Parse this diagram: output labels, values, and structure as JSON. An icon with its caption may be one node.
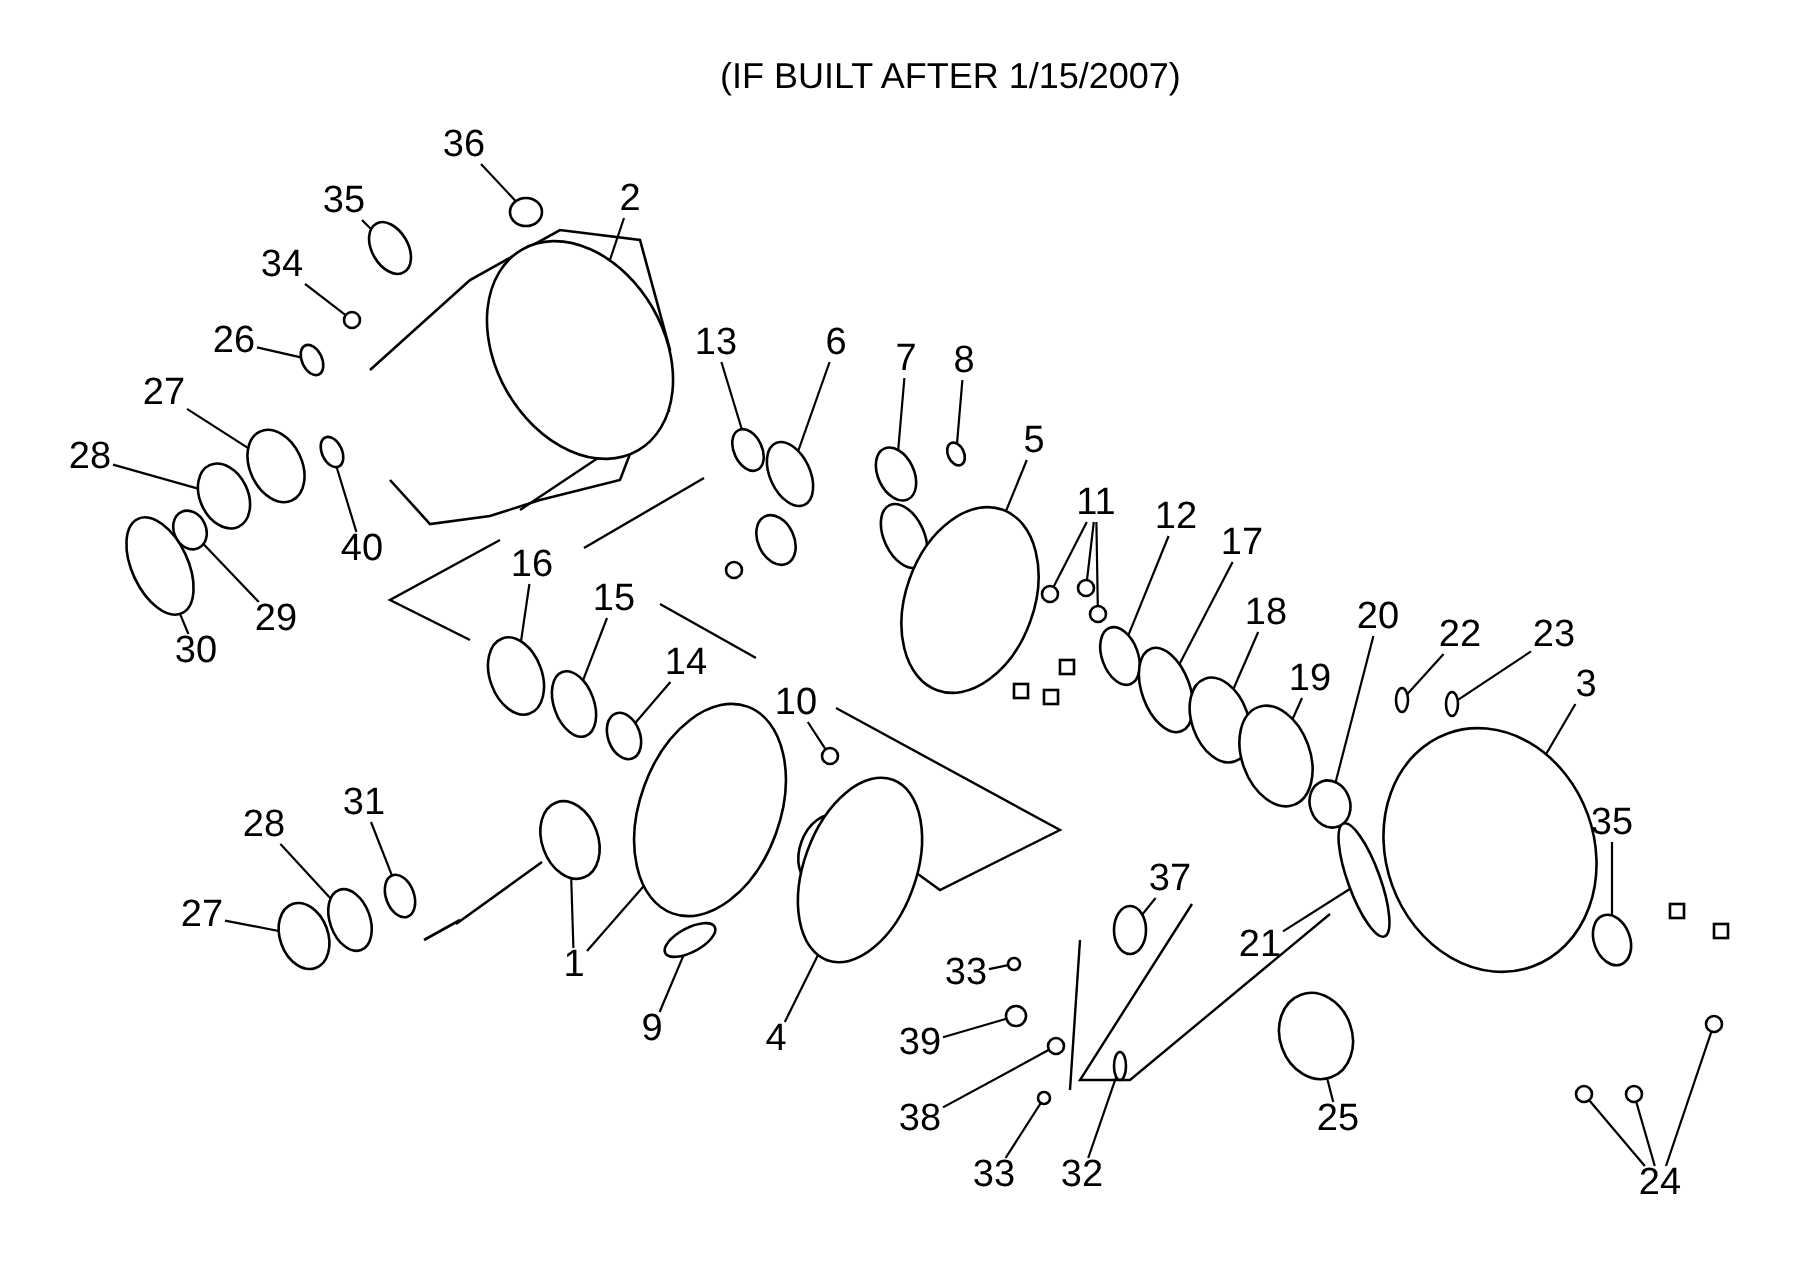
{
  "diagram": {
    "title": "(IF BUILT AFTER 1/15/2007)",
    "nodes": [
      {
        "text": [
          "36"
        ]
      },
      {
        "text": [
          "35"
        ]
      },
      {
        "text": [
          "2"
        ]
      },
      {
        "text": [
          "34"
        ]
      },
      {
        "text": [
          "26"
        ]
      },
      {
        "text": [
          "27"
        ]
      },
      {
        "text": [
          "28"
        ]
      },
      {
        "text": [
          "40"
        ]
      },
      {
        "text": [
          "29"
        ]
      },
      {
        "text": [
          "30"
        ]
      },
      {
        "text": [
          "13"
        ]
      },
      {
        "text": [
          "6"
        ]
      },
      {
        "text": [
          "7"
        ]
      },
      {
        "text": [
          "8"
        ]
      },
      {
        "text": [
          "5"
        ]
      },
      {
        "text": [
          "11"
        ]
      },
      {
        "text": [
          "12"
        ]
      },
      {
        "text": [
          "17"
        ]
      },
      {
        "text": [
          "18"
        ]
      },
      {
        "text": [
          "19"
        ]
      },
      {
        "text": [
          "20"
        ]
      },
      {
        "text": [
          "22"
        ]
      },
      {
        "text": [
          "23"
        ]
      },
      {
        "text": [
          "3"
        ]
      },
      {
        "text": [
          "35"
        ]
      },
      {
        "text": [
          "16"
        ]
      },
      {
        "text": [
          "15"
        ]
      },
      {
        "text": [
          "14"
        ]
      },
      {
        "text": [
          "10"
        ]
      },
      {
        "text": [
          "31"
        ]
      },
      {
        "text": [
          "28"
        ]
      },
      {
        "text": [
          "27"
        ]
      },
      {
        "text": [
          "1"
        ]
      },
      {
        "text": [
          "9"
        ]
      },
      {
        "text": [
          "4"
        ]
      },
      {
        "text": [
          "37"
        ]
      },
      {
        "text": [
          "33"
        ]
      },
      {
        "text": [
          "39"
        ]
      },
      {
        "text": [
          "21"
        ]
      },
      {
        "text": [
          "38"
        ]
      },
      {
        "text": [
          "33"
        ]
      },
      {
        "text": [
          "32"
        ]
      },
      {
        "text": [
          "25"
        ]
      },
      {
        "text": [
          "24"
        ]
      },
      {
        "text": [],
        "shape": "circle"
      },
      {
        "text": [],
        "shape": "circle"
      },
      {
        "text": [],
        "shape": "circle"
      },
      {
        "text": [],
        "shape": "circle"
      },
      {
        "text": [],
        "shape": "circle"
      },
      {
        "text": [],
        "shape": "circle"
      },
      {
        "text": [],
        "shape": "circle"
      },
      {
        "text": [],
        "shape": "circle"
      },
      {
        "text": [],
        "shape": "circle"
      },
      {
        "text": [],
        "shape": "circle"
      },
      {
        "text": [],
        "shape": "circle"
      },
      {
        "text": [],
        "shape": "circle"
      },
      {
        "text": [],
        "shape": "circle"
      },
      {
        "text": [],
        "shape": "circle"
      },
      {
        "text": [],
        "shape": "circle"
      },
      {
        "text": [],
        "shape": "circle"
      },
      {
        "text": [],
        "shape": "circle"
      },
      {
        "text": [],
        "shape": "circle"
      },
      {
        "text": [],
        "shape": "circle"
      },
      {
        "text": [],
        "shape": "circle"
      },
      {
        "text": [],
        "shape": "circle"
      },
      {
        "text": [],
        "shape": "circle"
      },
      {
        "text": [],
        "shape": "circle"
      },
      {
        "text": [],
        "shape": "circle"
      },
      {
        "text": [],
        "shape": "circle"
      },
      {
        "text": [],
        "shape": "circle"
      },
      {
        "text": [],
        "shape": "circle"
      },
      {
        "text": [],
        "shape": "circle"
      },
      {
        "text": [],
        "shape": "circle"
      },
      {
        "text": [],
        "shape": "circle"
      },
      {
        "text": [],
        "shape": "circle"
      },
      {
        "text": [],
        "shape": "circle"
      },
      {
        "text": [],
        "shape": "circle"
      },
      {
        "text": [],
        "shape": "circle"
      },
      {
        "text": [],
        "shape": "circle"
      },
      {
        "text": [],
        "shape": "circle"
      },
      {
        "text": [],
        "shape": "circle"
      },
      {
        "text": [],
        "shape": "circle"
      },
      {
        "text": [],
        "shape": "circle"
      },
      {
        "text": [],
        "shape": "circle"
      },
      {
        "text": [],
        "shape": "circle"
      },
      {
        "text": [],
        "shape": "circle"
      },
      {
        "text": [],
        "shape": "circle"
      },
      {
        "text": [],
        "shape": "circle"
      },
      {
        "text": [],
        "shape": "circle"
      },
      {
        "text": [],
        "shape": "circle"
      },
      {
        "text": [],
        "shape": "circle"
      },
      {
        "text": [],
        "shape": "circle"
      },
      {
        "text": [],
        "shape": "circle"
      }
    ],
    "edges": [
      {
        "from": 0,
        "to": 44,
        "arrow": "none"
      },
      {
        "from": 1,
        "to": 45,
        "arrow": "none"
      },
      {
        "from": 2,
        "to": 46,
        "arrow": "none"
      },
      {
        "from": 3,
        "to": 47,
        "arrow": "none"
      },
      {
        "from": 4,
        "to": 48,
        "arrow": "none"
      },
      {
        "from": 5,
        "to": 49,
        "arrow": "none"
      },
      {
        "from": 6,
        "to": 50,
        "arrow": "none"
      },
      {
        "from": 7,
        "to": 51,
        "arrow": "none"
      },
      {
        "from": 8,
        "to": 52,
        "arrow": "none"
      },
      {
        "from": 9,
        "to": 53,
        "arrow": "none"
      },
      {
        "from": 10,
        "to": 54,
        "arrow": "none"
      },
      {
        "from": 11,
        "to": 55,
        "arrow": "none"
      },
      {
        "from": 12,
        "to": 56,
        "arrow": "none"
      },
      {
        "from": 13,
        "to": 57,
        "arrow": "none"
      },
      {
        "from": 14,
        "to": 58,
        "arrow": "none"
      },
      {
        "from": 15,
        "to": 59,
        "arrow": "none"
      },
      {
        "from": 15,
        "to": 60,
        "arrow": "none"
      },
      {
        "from": 15,
        "to": 61,
        "arrow": "none"
      },
      {
        "from": 16,
        "to": 62,
        "arrow": "none"
      },
      {
        "from": 17,
        "to": 63,
        "arrow": "none"
      },
      {
        "from": 18,
        "to": 64,
        "arrow": "none"
      },
      {
        "from": 19,
        "to": 65,
        "arrow": "none"
      },
      {
        "from": 20,
        "to": 66,
        "arrow": "none"
      },
      {
        "from": 21,
        "to": 67,
        "arrow": "none"
      },
      {
        "from": 22,
        "to": 68,
        "arrow": "none"
      },
      {
        "from": 23,
        "to": 69,
        "arrow": "none"
      },
      {
        "from": 24,
        "to": 70,
        "arrow": "none"
      },
      {
        "from": 25,
        "to": 71,
        "arrow": "none"
      },
      {
        "from": 26,
        "to": 72,
        "arrow": "none"
      },
      {
        "from": 27,
        "to": 73,
        "arrow": "none"
      },
      {
        "from": 28,
        "to": 74,
        "arrow": "none"
      },
      {
        "from": 29,
        "to": 75,
        "arrow": "none"
      },
      {
        "from": 30,
        "to": 76,
        "arrow": "none"
      },
      {
        "from": 31,
        "to": 77,
        "arrow": "none"
      },
      {
        "from": 32,
        "to": 78,
        "arrow": "none"
      },
      {
        "from": 32,
        "to": 79,
        "arrow": "none"
      },
      {
        "from": 33,
        "to": 80,
        "arrow": "none"
      },
      {
        "from": 34,
        "to": 81,
        "arrow": "none"
      },
      {
        "from": 35,
        "to": 82,
        "arrow": "none"
      },
      {
        "from": 36,
        "to": 83,
        "arrow": "none"
      },
      {
        "from": 37,
        "to": 84,
        "arrow": "none"
      },
      {
        "from": 38,
        "to": 85,
        "arrow": "none"
      },
      {
        "from": 39,
        "to": 86,
        "arrow": "none"
      },
      {
        "from": 40,
        "to": 87,
        "arrow": "none"
      },
      {
        "from": 41,
        "to": 88,
        "arrow": "none"
      },
      {
        "from": 42,
        "to": 89,
        "arrow": "none"
      },
      {
        "from": 43,
        "to": 90,
        "arrow": "none"
      },
      {
        "from": 43,
        "to": 91,
        "arrow": "none"
      },
      {
        "from": 43,
        "to": 92,
        "arrow": "none"
      }
    ]
  }
}
